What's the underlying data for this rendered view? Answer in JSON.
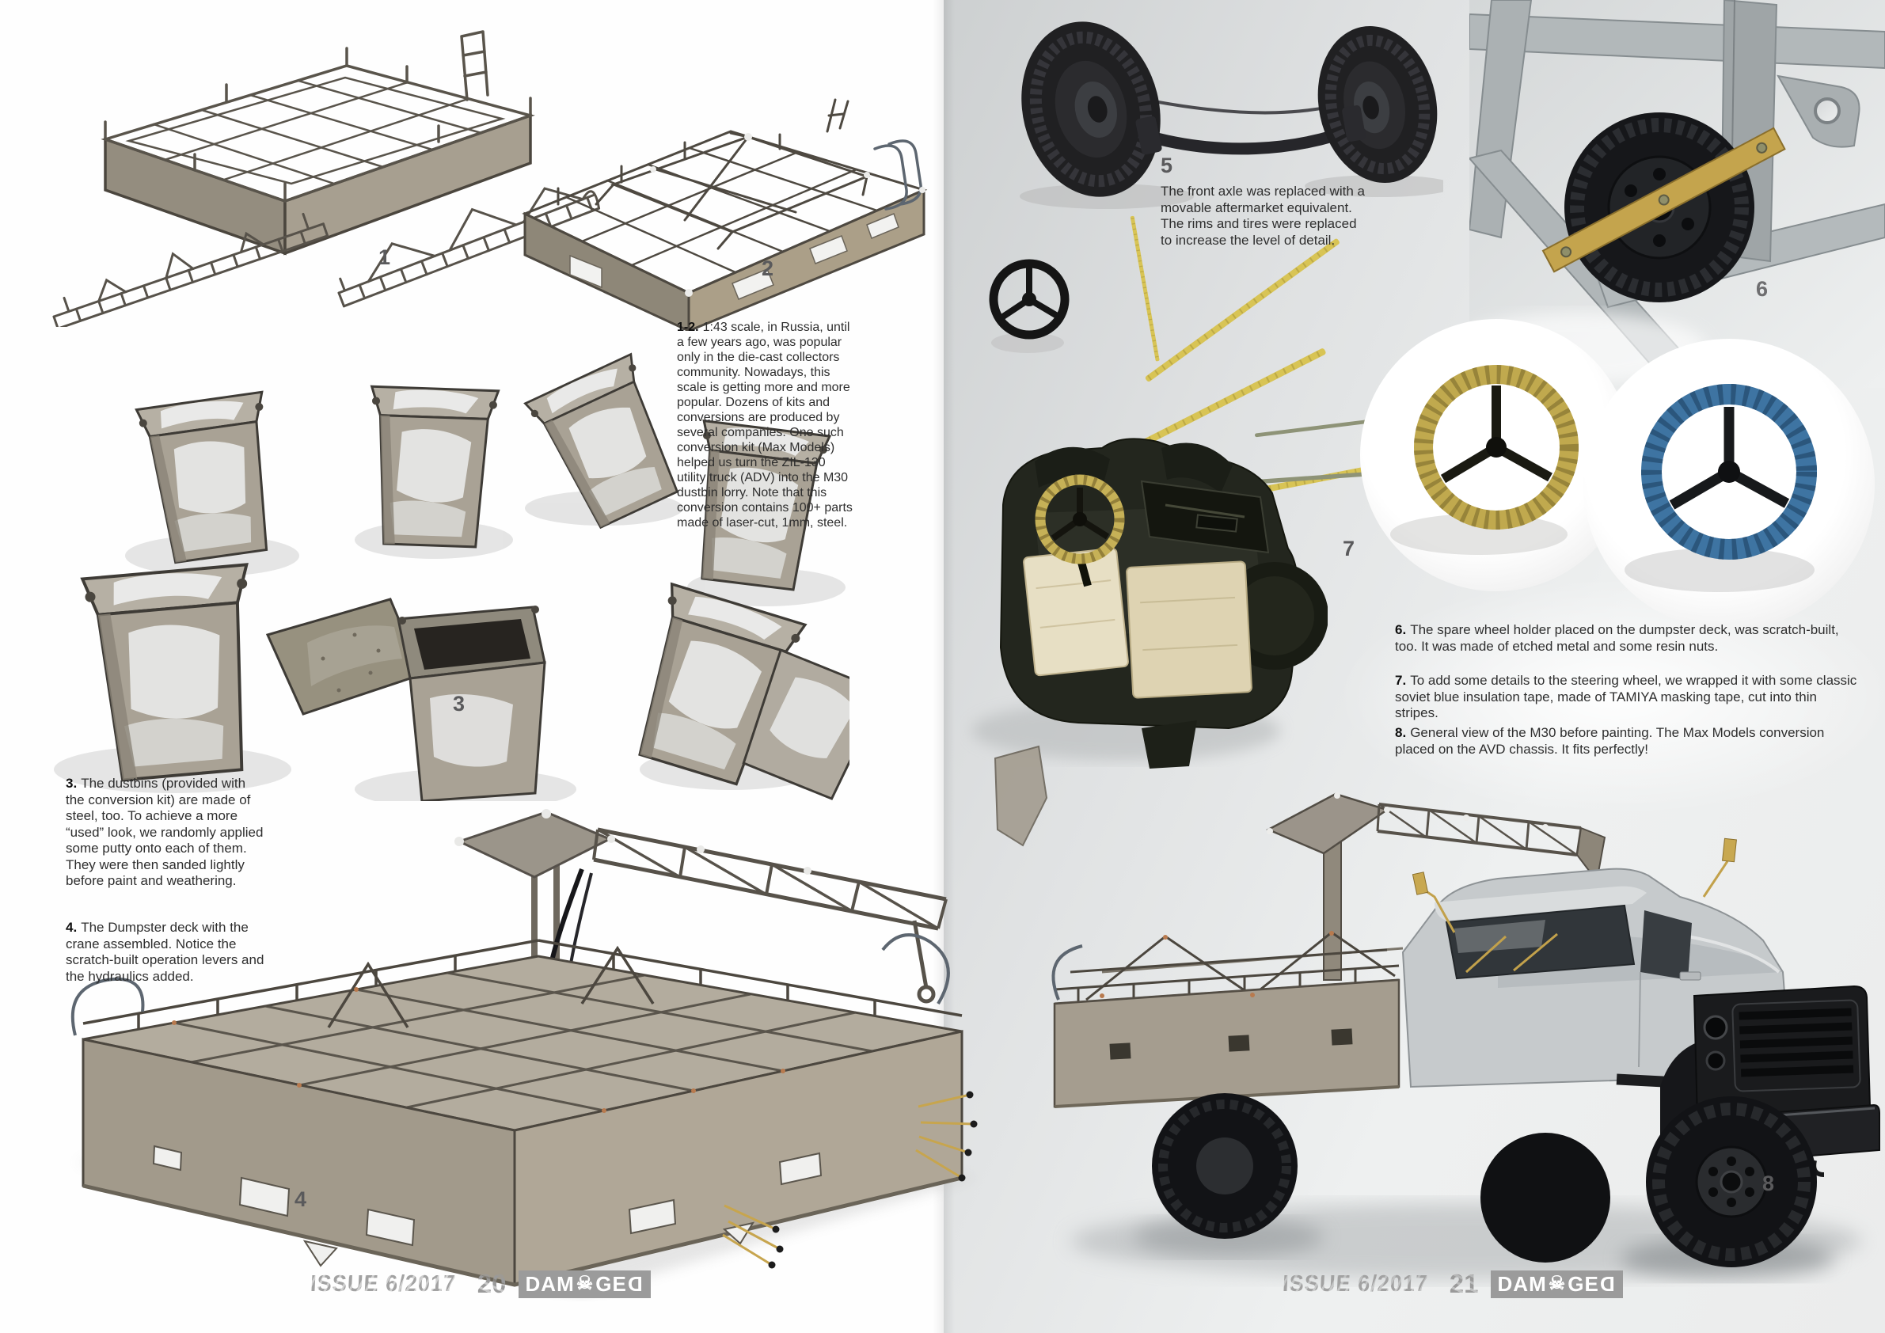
{
  "left_page": {
    "figures": {
      "n1": "1",
      "n2": "2",
      "n3": "3",
      "n4": "4"
    },
    "captions": {
      "c12": {
        "num": "1-2.",
        "body": "1:43 scale, in Russia, until a few years ago, was popular only in the die-cast collectors community. Nowadays, this scale is getting more and more popular. Dozens of kits and conversions are produced by several companies. One such conversion kit (Max Models) helped us turn the ZIL-130 utility truck (ADV) into the M30 dustbin lorry. Note that this conversion contains 100+ parts made of laser-cut, 1mm, steel."
      },
      "c3": {
        "num": "3.",
        "body": "The dustbins (provided with the conversion kit) are made of steel, too. To achieve a more “used” look, we randomly applied some putty onto each of them. They were then sanded lightly before paint and weathering."
      },
      "c4": {
        "num": "4.",
        "body": "The Dumpster deck with the crane assembled. Notice the scratch-built operation levers and the hydraulics added."
      }
    },
    "footer": {
      "issue": "ISSUE 6/2017",
      "page": "20",
      "logo_a": "DAM",
      "logo_b": "GE",
      "logo_c": "D",
      "skull": "☠"
    }
  },
  "right_page": {
    "figures": {
      "n5": "5",
      "n6": "6",
      "n7": "7",
      "n8": "8"
    },
    "captions": {
      "c5": {
        "body": "The front axle was replaced with a movable aftermarket equivalent. The rims and tires were replaced to increase the level of detail."
      },
      "c6": {
        "num": "6.",
        "body": "The spare wheel holder placed on the dumpster deck,  was scratch-built, too. It was made of etched metal and some resin nuts."
      },
      "c7": {
        "num": "7.",
        "body": "To add some details to the steering wheel, we wrapped it with some classic soviet blue insulation tape, made of TAMIYA masking tape,  cut into thin stripes."
      },
      "c8": {
        "num": "8.",
        "body": "General view of the M30 before painting. The Max Models conversion placed on the AVD chassis. It fits perfectly!"
      }
    },
    "footer": {
      "issue": "ISSUE 6/2017",
      "page": "21",
      "logo_a": "DAM",
      "logo_b": "GE",
      "logo_c": "D",
      "skull": "☠"
    }
  },
  "colors": {
    "tape_yellow": "#d8c455",
    "tape_blue": "#3e74a2",
    "brass": "#c4a44d",
    "photo_background_gray": "#d9dbdc",
    "footer_gray": "#9b9b9b"
  }
}
